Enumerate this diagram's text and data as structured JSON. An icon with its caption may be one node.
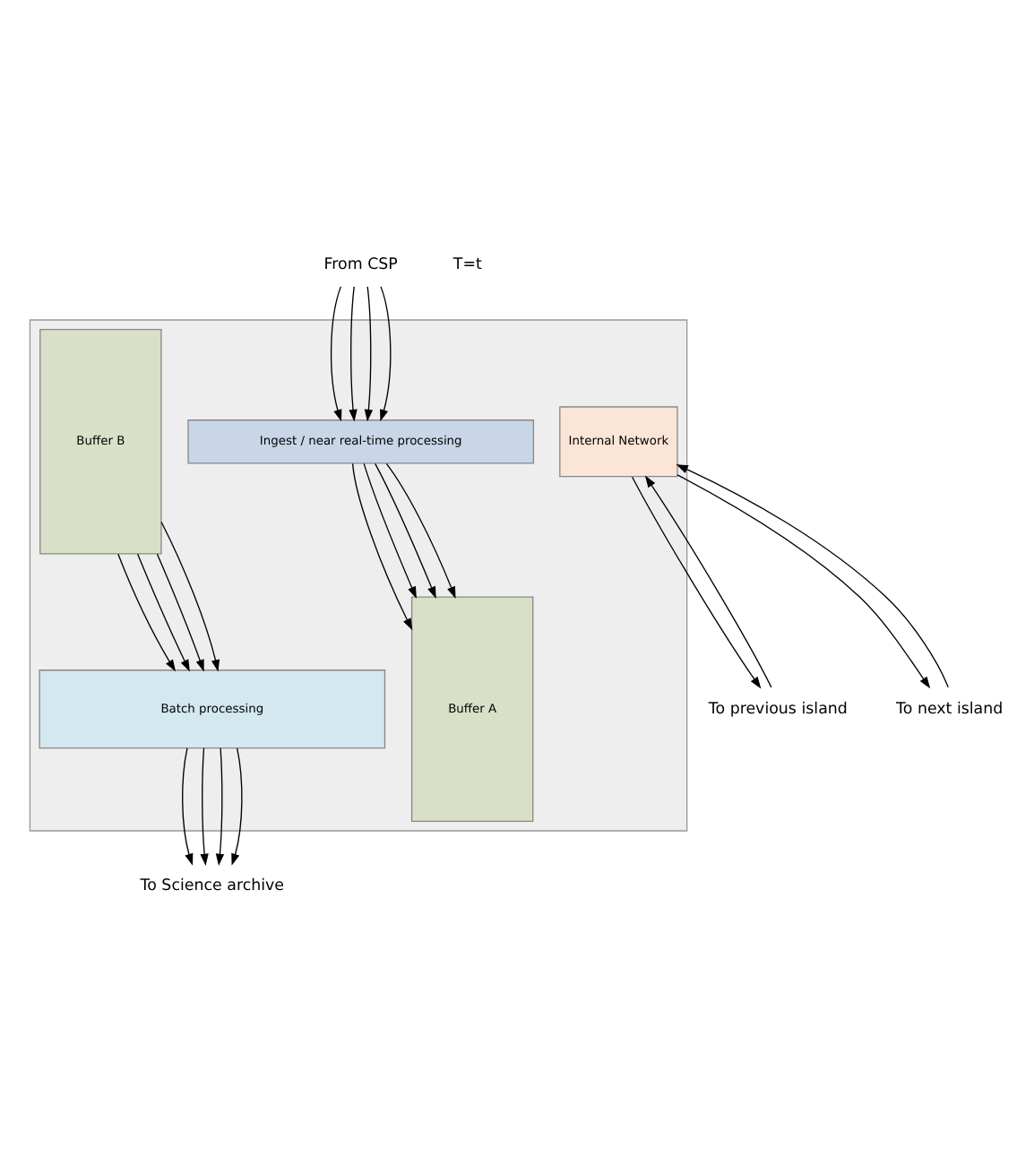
{
  "diagram": {
    "nodes": [
      {
        "text": [],
        "shape": "box"
      },
      {
        "text": [
          "Ingest / near real-time processing"
        ],
        "in": 0
      },
      {
        "text": [
          "Buffer A"
        ],
        "in": 0
      },
      {
        "text": [
          "Internal Network"
        ],
        "in": 0
      },
      {
        "text": [
          "Buffer B"
        ],
        "in": 0
      },
      {
        "text": [
          "Batch processing"
        ],
        "in": 0
      },
      {
        "text": [
          "From CSP"
        ]
      },
      {
        "text": [
          "To previous island"
        ]
      },
      {
        "text": [
          "To next island"
        ]
      },
      {
        "text": [
          "To Science archive"
        ]
      }
    ],
    "edges": [
      {
        "from": 6,
        "to": 1,
        "arrow": "to"
      },
      {
        "from": 6,
        "to": 1,
        "arrow": "to"
      },
      {
        "from": 6,
        "to": 1,
        "arrow": "to"
      },
      {
        "from": 6,
        "to": 1,
        "arrow": "to"
      },
      {
        "from": 1,
        "to": 2,
        "arrow": "to"
      },
      {
        "from": 1,
        "to": 2,
        "arrow": "to"
      },
      {
        "from": 1,
        "to": 2,
        "arrow": "to"
      },
      {
        "from": 1,
        "to": 2,
        "arrow": "to"
      },
      {
        "from": 3,
        "to": 7,
        "arrow": "to"
      },
      {
        "from": 8,
        "to": 3,
        "arrow": "to"
      },
      {
        "from": 7,
        "to": 3,
        "arrow": "to"
      },
      {
        "from": 3,
        "to": 8,
        "arrow": "to"
      },
      {
        "from": 4,
        "to": 5,
        "arrow": "to"
      },
      {
        "from": 4,
        "to": 5,
        "arrow": "to"
      },
      {
        "from": 4,
        "to": 5,
        "arrow": "to"
      },
      {
        "from": 4,
        "to": 5,
        "arrow": "to"
      },
      {
        "from": 5,
        "to": 9,
        "arrow": "to"
      },
      {
        "from": 5,
        "to": 9,
        "arrow": "to"
      },
      {
        "from": 5,
        "to": 9,
        "arrow": "to"
      },
      {
        "from": 5,
        "to": 9,
        "arrow": "to"
      }
    ],
    "labels": [
      "T=t"
    ]
  }
}
